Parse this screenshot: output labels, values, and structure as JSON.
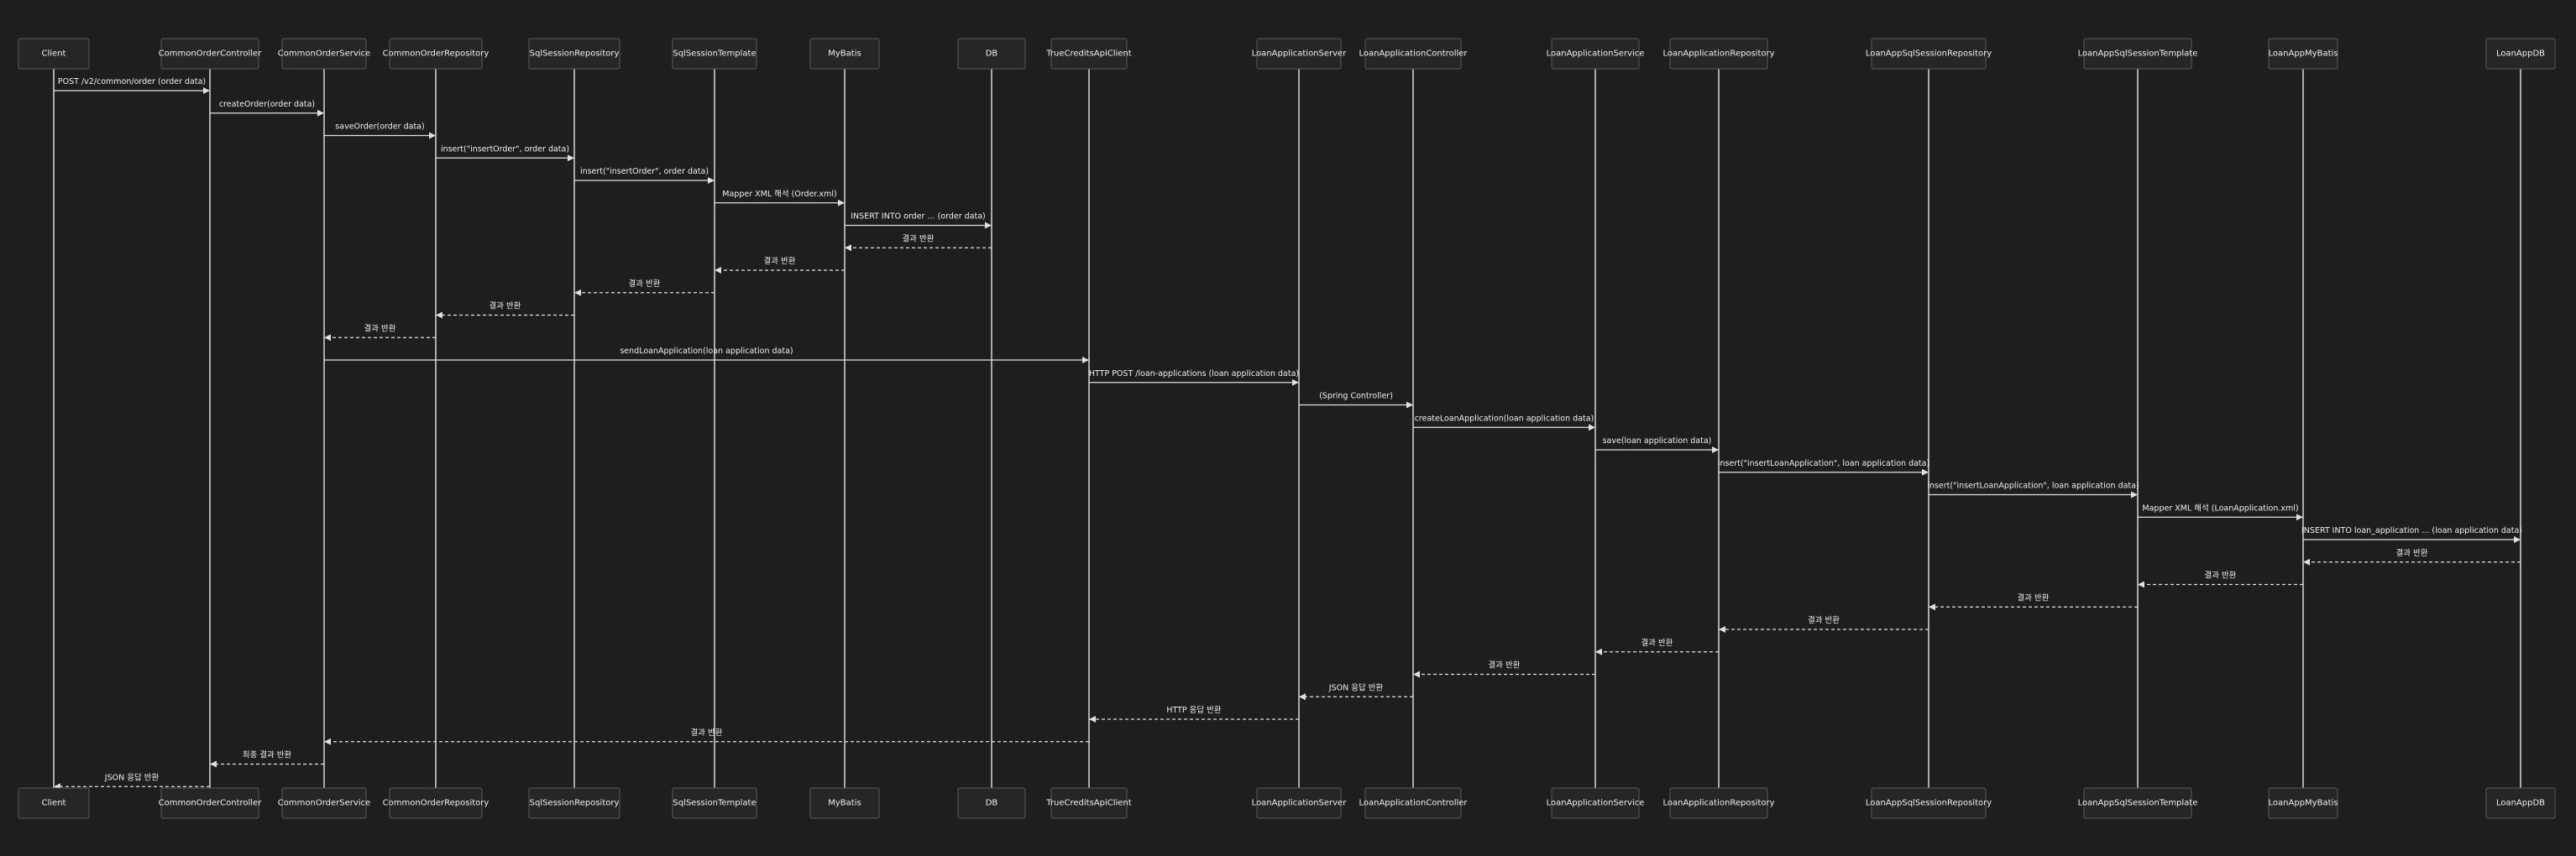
{
  "participants": [
    {
      "id": "client",
      "label": "Client"
    },
    {
      "id": "coc",
      "label": "CommonOrderController"
    },
    {
      "id": "cos",
      "label": "CommonOrderService"
    },
    {
      "id": "cor",
      "label": "CommonOrderRepository"
    },
    {
      "id": "ssr",
      "label": "SqlSessionRepository"
    },
    {
      "id": "sst",
      "label": "SqlSessionTemplate"
    },
    {
      "id": "mybatis",
      "label": "MyBatis"
    },
    {
      "id": "db",
      "label": "DB"
    },
    {
      "id": "tcac",
      "label": "TrueCreditsApiClient"
    },
    {
      "id": "las",
      "label": "LoanApplicationServer"
    },
    {
      "id": "lac",
      "label": "LoanApplicationController"
    },
    {
      "id": "lasvc",
      "label": "LoanApplicationService"
    },
    {
      "id": "lar",
      "label": "LoanApplicationRepository"
    },
    {
      "id": "lassr",
      "label": "LoanAppSqlSessionRepository"
    },
    {
      "id": "lasst",
      "label": "LoanAppSqlSessionTemplate"
    },
    {
      "id": "lamb",
      "label": "LoanAppMyBatis"
    },
    {
      "id": "ladb",
      "label": "LoanAppDB"
    }
  ],
  "messages": [
    {
      "from": "client",
      "to": "coc",
      "label": "POST /v2/common/order (order data)",
      "dashed": false
    },
    {
      "from": "coc",
      "to": "cos",
      "label": "createOrder(order data)",
      "dashed": false
    },
    {
      "from": "cos",
      "to": "cor",
      "label": "saveOrder(order data)",
      "dashed": false
    },
    {
      "from": "cor",
      "to": "ssr",
      "label": "insert(\"insertOrder\", order data)",
      "dashed": false
    },
    {
      "from": "ssr",
      "to": "sst",
      "label": "insert(\"insertOrder\", order data)",
      "dashed": false
    },
    {
      "from": "sst",
      "to": "mybatis",
      "label": "Mapper XML 해석 (Order.xml)",
      "dashed": false
    },
    {
      "from": "mybatis",
      "to": "db",
      "label": "INSERT INTO order ... (order data)",
      "dashed": false
    },
    {
      "from": "db",
      "to": "mybatis",
      "label": "결과 반환",
      "dashed": true
    },
    {
      "from": "mybatis",
      "to": "sst",
      "label": "결과 반환",
      "dashed": true
    },
    {
      "from": "sst",
      "to": "ssr",
      "label": "결과 반환",
      "dashed": true
    },
    {
      "from": "ssr",
      "to": "cor",
      "label": "결과 반환",
      "dashed": true
    },
    {
      "from": "cor",
      "to": "cos",
      "label": "결과 반환",
      "dashed": true
    },
    {
      "from": "cos",
      "to": "tcac",
      "label": "sendLoanApplication(loan application data)",
      "dashed": false
    },
    {
      "from": "tcac",
      "to": "las",
      "label": "HTTP POST /loan-applications (loan application data)",
      "dashed": false
    },
    {
      "from": "las",
      "to": "lac",
      "label": "(Spring Controller)",
      "dashed": false
    },
    {
      "from": "lac",
      "to": "lasvc",
      "label": "createLoanApplication(loan application data)",
      "dashed": false
    },
    {
      "from": "lasvc",
      "to": "lar",
      "label": "save(loan application data)",
      "dashed": false
    },
    {
      "from": "lar",
      "to": "lassr",
      "label": "insert(\"insertLoanApplication\", loan application data)",
      "dashed": false
    },
    {
      "from": "lassr",
      "to": "lasst",
      "label": "insert(\"insertLoanApplication\", loan application data)",
      "dashed": false
    },
    {
      "from": "lasst",
      "to": "lamb",
      "label": "Mapper XML 해석 (LoanApplication.xml)",
      "dashed": false
    },
    {
      "from": "lamb",
      "to": "ladb",
      "label": "INSERT INTO loan_application ... (loan application data)",
      "dashed": false
    },
    {
      "from": "ladb",
      "to": "lamb",
      "label": "결과 반환",
      "dashed": true
    },
    {
      "from": "lamb",
      "to": "lasst",
      "label": "결과 반환",
      "dashed": true
    },
    {
      "from": "lasst",
      "to": "lassr",
      "label": "결과 반환",
      "dashed": true
    },
    {
      "from": "lassr",
      "to": "lar",
      "label": "결과 반환",
      "dashed": true
    },
    {
      "from": "lar",
      "to": "lasvc",
      "label": "결과 반환",
      "dashed": true
    },
    {
      "from": "lasvc",
      "to": "lac",
      "label": "결과 반환",
      "dashed": true
    },
    {
      "from": "lac",
      "to": "las",
      "label": "JSON 응답 반환",
      "dashed": true
    },
    {
      "from": "las",
      "to": "tcac",
      "label": "HTTP 응답 반환",
      "dashed": true
    },
    {
      "from": "tcac",
      "to": "cos",
      "label": "결과 반환",
      "dashed": true
    },
    {
      "from": "cos",
      "to": "coc",
      "label": "최종 결과 반환",
      "dashed": true
    },
    {
      "from": "coc",
      "to": "client",
      "label": "JSON 응답 반환",
      "dashed": true
    }
  ]
}
